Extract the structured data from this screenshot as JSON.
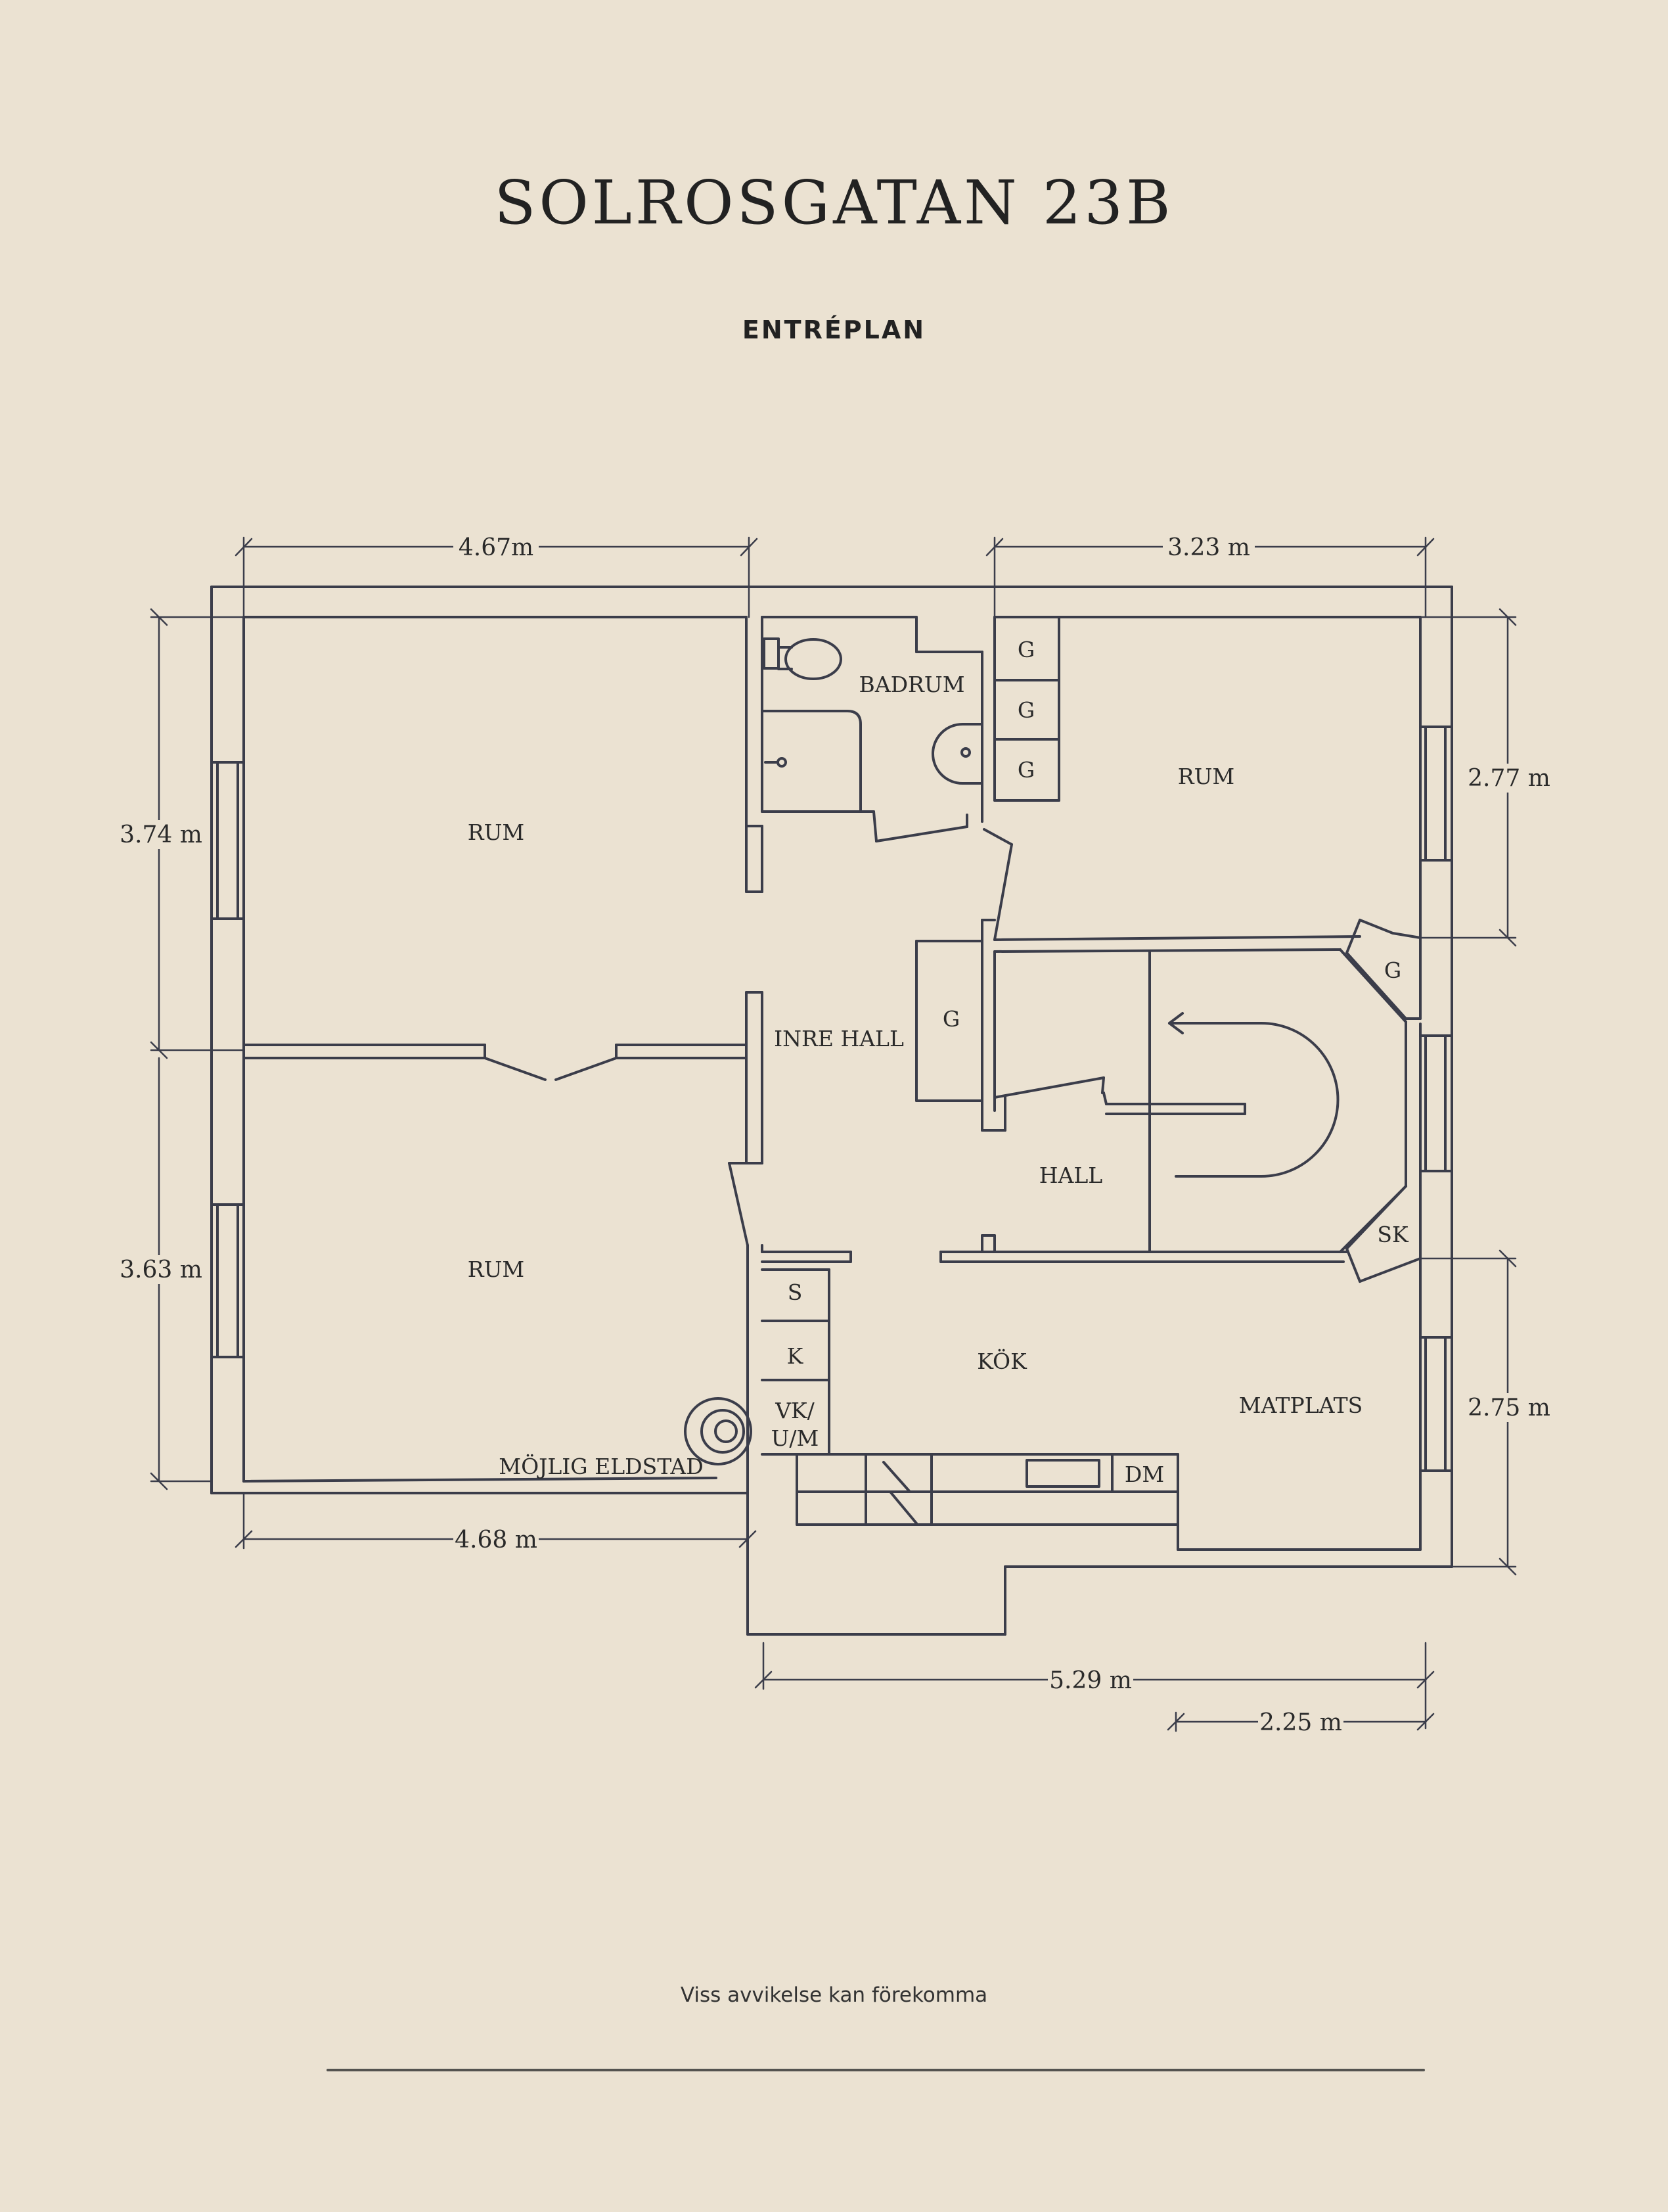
{
  "title": "SOLROSGATAN 23B",
  "subtitle": "ENTRÉPLAN",
  "disclaimer": "Viss avvikelse kan förekomma",
  "plan": {
    "rooms": {
      "rum_top_left": "RUM",
      "rum_bottom_left": "RUM",
      "badrum": "BADRUM",
      "rum_right": "RUM",
      "inre_hall": "INRE HALL",
      "hall": "HALL",
      "kok": "KÖK",
      "matplats": "MATPLATS",
      "fireplace": "MÖJLIG ELDSTAD"
    },
    "fixtures": {
      "g1": "G",
      "g2": "G",
      "g3": "G",
      "g_inner": "G",
      "g_right": "G",
      "sk": "SK",
      "s": "S",
      "k": "K",
      "vk_line1": "VK/",
      "vk_line2": "U/M",
      "dm": "DM"
    },
    "dimensions": {
      "top_left_width": "4.67m",
      "top_right_width": "3.23 m",
      "left_upper_height": "3.74 m",
      "left_lower_height": "3.63 m",
      "right_upper_height": "2.77 m",
      "right_lower_height": "2.75 m",
      "bottom_left_width": "4.68 m",
      "bottom_kitchen_width": "5.29 m",
      "bottom_right_width": "2.25 m"
    }
  },
  "colors": {
    "background": "#ebe2d2",
    "ink": "#3b3d4a"
  }
}
